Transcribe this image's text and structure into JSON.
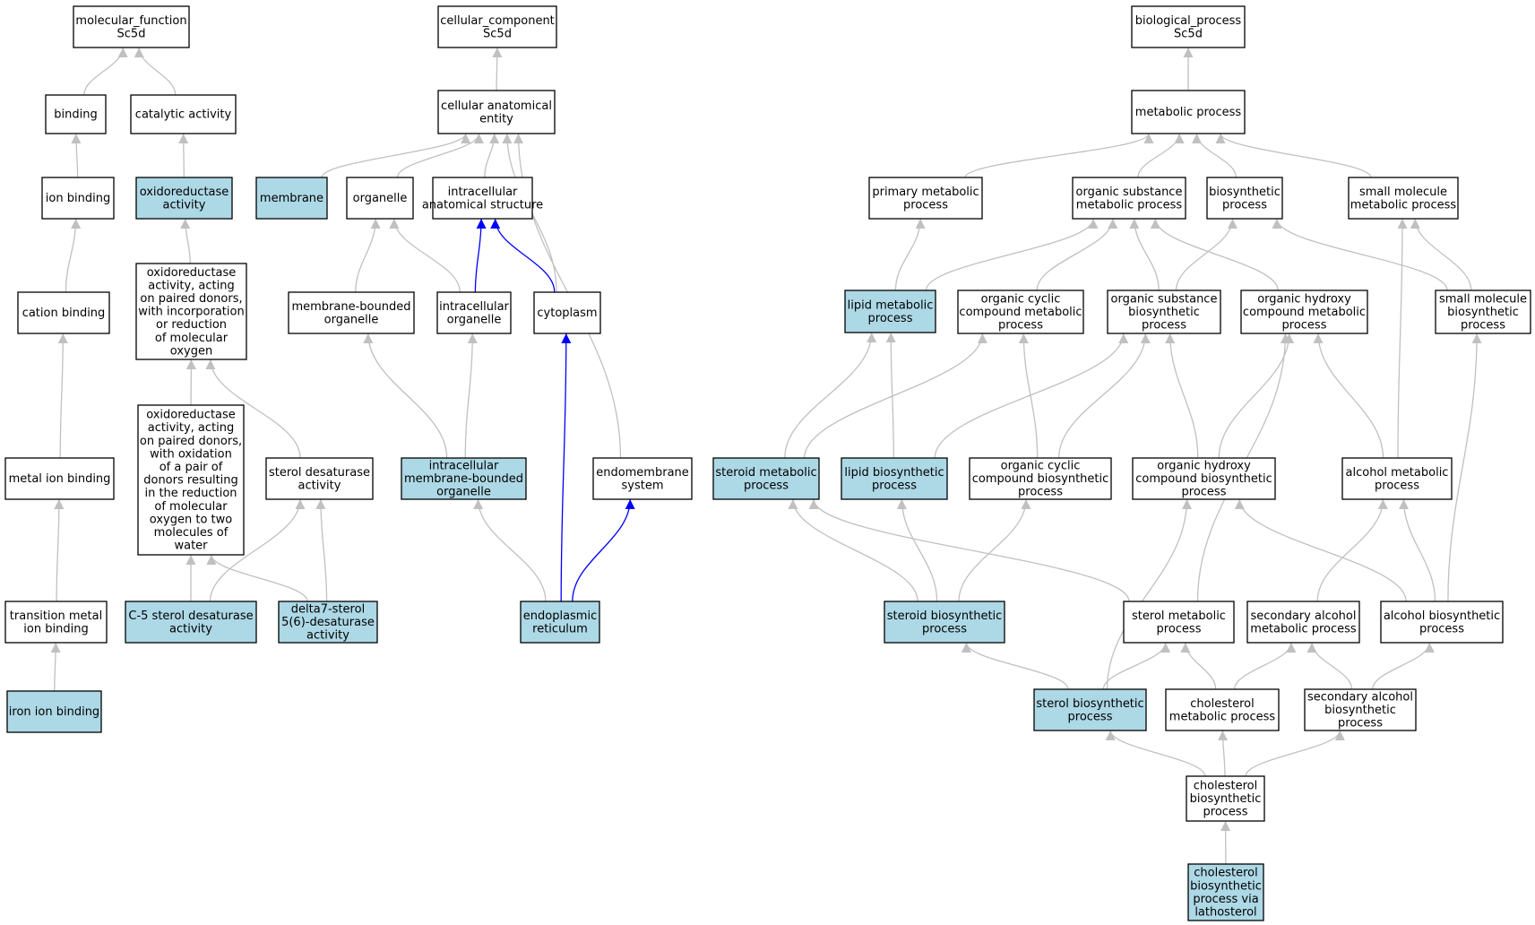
{
  "colors": {
    "highlight_fill": "#add8e6",
    "plain_fill": "#ffffff",
    "edge_gray": "#c0c0c0",
    "edge_blue": "#0000ff"
  },
  "nodes": [
    {
      "id": "mf",
      "lines": [
        "molecular_function",
        "Sc5d"
      ],
      "highlight": false
    },
    {
      "id": "binding",
      "lines": [
        "binding"
      ],
      "highlight": false
    },
    {
      "id": "catalytic",
      "lines": [
        "catalytic activity"
      ],
      "highlight": false
    },
    {
      "id": "ionbinding",
      "lines": [
        "ion binding"
      ],
      "highlight": false
    },
    {
      "id": "oxred",
      "lines": [
        "oxidoreductase",
        "activity"
      ],
      "highlight": true
    },
    {
      "id": "cation",
      "lines": [
        "cation binding"
      ],
      "highlight": false
    },
    {
      "id": "oxred_inc",
      "lines": [
        "oxidoreductase",
        "activity, acting",
        "on paired donors,",
        "with incorporation",
        "or reduction",
        "of molecular",
        "oxygen"
      ],
      "highlight": false
    },
    {
      "id": "metalion",
      "lines": [
        "metal ion binding"
      ],
      "highlight": false
    },
    {
      "id": "oxred_ox",
      "lines": [
        "oxidoreductase",
        "activity, acting",
        "on paired donors,",
        "with oxidation",
        "of a pair of",
        "donors resulting",
        "in the reduction",
        "of molecular",
        "oxygen to two",
        "molecules of",
        "water"
      ],
      "highlight": false
    },
    {
      "id": "steroldesat",
      "lines": [
        "sterol desaturase",
        "activity"
      ],
      "highlight": false
    },
    {
      "id": "transmetal",
      "lines": [
        "transition metal",
        "ion binding"
      ],
      "highlight": false
    },
    {
      "id": "c5",
      "lines": [
        "C-5 sterol desaturase",
        "activity"
      ],
      "highlight": true
    },
    {
      "id": "delta7",
      "lines": [
        "delta7-sterol",
        "5(6)-desaturase",
        "activity"
      ],
      "highlight": true
    },
    {
      "id": "iron",
      "lines": [
        "iron ion binding"
      ],
      "highlight": true
    },
    {
      "id": "cc",
      "lines": [
        "cellular_component",
        "Sc5d"
      ],
      "highlight": false
    },
    {
      "id": "cae",
      "lines": [
        "cellular anatomical",
        "entity"
      ],
      "highlight": false
    },
    {
      "id": "membrane",
      "lines": [
        "membrane"
      ],
      "highlight": true
    },
    {
      "id": "organelle",
      "lines": [
        "organelle"
      ],
      "highlight": false
    },
    {
      "id": "ias",
      "lines": [
        "intracellular",
        "anatomical structure"
      ],
      "highlight": false
    },
    {
      "id": "mbo",
      "lines": [
        "membrane-bounded",
        "organelle"
      ],
      "highlight": false
    },
    {
      "id": "io",
      "lines": [
        "intracellular",
        "organelle"
      ],
      "highlight": false
    },
    {
      "id": "cytoplasm",
      "lines": [
        "cytoplasm"
      ],
      "highlight": false
    },
    {
      "id": "imbo",
      "lines": [
        "intracellular",
        "membrane-bounded",
        "organelle"
      ],
      "highlight": true
    },
    {
      "id": "endomem",
      "lines": [
        "endomembrane",
        "system"
      ],
      "highlight": false
    },
    {
      "id": "er",
      "lines": [
        "endoplasmic",
        "reticulum"
      ],
      "highlight": true
    },
    {
      "id": "bp",
      "lines": [
        "biological_process",
        "Sc5d"
      ],
      "highlight": false
    },
    {
      "id": "metab",
      "lines": [
        "metabolic process"
      ],
      "highlight": false
    },
    {
      "id": "pmp",
      "lines": [
        "primary metabolic",
        "process"
      ],
      "highlight": false
    },
    {
      "id": "osmp",
      "lines": [
        "organic substance",
        "metabolic process"
      ],
      "highlight": false
    },
    {
      "id": "biosyn",
      "lines": [
        "biosynthetic",
        "process"
      ],
      "highlight": false
    },
    {
      "id": "smmp",
      "lines": [
        "small molecule",
        "metabolic process"
      ],
      "highlight": false
    },
    {
      "id": "lmp",
      "lines": [
        "lipid metabolic",
        "process"
      ],
      "highlight": true
    },
    {
      "id": "occmp",
      "lines": [
        "organic cyclic",
        "compound metabolic",
        "process"
      ],
      "highlight": false
    },
    {
      "id": "osbp",
      "lines": [
        "organic substance",
        "biosynthetic",
        "process"
      ],
      "highlight": false
    },
    {
      "id": "ohcmp",
      "lines": [
        "organic hydroxy",
        "compound metabolic",
        "process"
      ],
      "highlight": false
    },
    {
      "id": "smbp",
      "lines": [
        "small molecule",
        "biosynthetic",
        "process"
      ],
      "highlight": false
    },
    {
      "id": "stmp",
      "lines": [
        "steroid metabolic",
        "process"
      ],
      "highlight": true
    },
    {
      "id": "lbp",
      "lines": [
        "lipid biosynthetic",
        "process"
      ],
      "highlight": true
    },
    {
      "id": "occbp",
      "lines": [
        "organic cyclic",
        "compound biosynthetic",
        "process"
      ],
      "highlight": false
    },
    {
      "id": "ohcbp",
      "lines": [
        "organic hydroxy",
        "compound biosynthetic",
        "process"
      ],
      "highlight": false
    },
    {
      "id": "amp",
      "lines": [
        "alcohol metabolic",
        "process"
      ],
      "highlight": false
    },
    {
      "id": "stbp",
      "lines": [
        "steroid biosynthetic",
        "process"
      ],
      "highlight": true
    },
    {
      "id": "sterolmp",
      "lines": [
        "sterol metabolic",
        "process"
      ],
      "highlight": false
    },
    {
      "id": "samp",
      "lines": [
        "secondary alcohol",
        "metabolic process"
      ],
      "highlight": false
    },
    {
      "id": "abp",
      "lines": [
        "alcohol biosynthetic",
        "process"
      ],
      "highlight": false
    },
    {
      "id": "sterolbp",
      "lines": [
        "sterol biosynthetic",
        "process"
      ],
      "highlight": true
    },
    {
      "id": "cholmp",
      "lines": [
        "cholesterol",
        "metabolic process"
      ],
      "highlight": false
    },
    {
      "id": "sabp",
      "lines": [
        "secondary alcohol",
        "biosynthetic",
        "process"
      ],
      "highlight": false
    },
    {
      "id": "cholbp",
      "lines": [
        "cholesterol",
        "biosynthetic",
        "process"
      ],
      "highlight": false
    },
    {
      "id": "cholbplath",
      "lines": [
        "cholesterol",
        "biosynthetic",
        "process via",
        "lathosterol"
      ],
      "highlight": true
    }
  ],
  "edges": [
    {
      "from": "binding",
      "to": "mf",
      "color": "gray"
    },
    {
      "from": "catalytic",
      "to": "mf",
      "color": "gray"
    },
    {
      "from": "ionbinding",
      "to": "binding",
      "color": "gray"
    },
    {
      "from": "oxred",
      "to": "catalytic",
      "color": "gray"
    },
    {
      "from": "cation",
      "to": "ionbinding",
      "color": "gray"
    },
    {
      "from": "oxred_inc",
      "to": "oxred",
      "color": "gray"
    },
    {
      "from": "metalion",
      "to": "cation",
      "color": "gray"
    },
    {
      "from": "oxred_ox",
      "to": "oxred_inc",
      "color": "gray"
    },
    {
      "from": "steroldesat",
      "to": "oxred_inc",
      "color": "gray"
    },
    {
      "from": "transmetal",
      "to": "metalion",
      "color": "gray"
    },
    {
      "from": "iron",
      "to": "transmetal",
      "color": "gray"
    },
    {
      "from": "c5",
      "to": "oxred_ox",
      "color": "gray"
    },
    {
      "from": "c5",
      "to": "steroldesat",
      "color": "gray"
    },
    {
      "from": "delta7",
      "to": "oxred_ox",
      "color": "gray"
    },
    {
      "from": "delta7",
      "to": "steroldesat",
      "color": "gray"
    },
    {
      "from": "cae",
      "to": "cc",
      "color": "gray"
    },
    {
      "from": "membrane",
      "to": "cae",
      "color": "gray"
    },
    {
      "from": "organelle",
      "to": "cae",
      "color": "gray"
    },
    {
      "from": "ias",
      "to": "cae",
      "color": "gray"
    },
    {
      "from": "cytoplasm",
      "to": "cae",
      "color": "gray"
    },
    {
      "from": "endomem",
      "to": "cae",
      "color": "gray"
    },
    {
      "from": "mbo",
      "to": "organelle",
      "color": "gray"
    },
    {
      "from": "io",
      "to": "organelle",
      "color": "gray"
    },
    {
      "from": "io",
      "to": "ias",
      "color": "blue"
    },
    {
      "from": "cytoplasm",
      "to": "ias",
      "color": "blue"
    },
    {
      "from": "imbo",
      "to": "mbo",
      "color": "gray"
    },
    {
      "from": "imbo",
      "to": "io",
      "color": "gray"
    },
    {
      "from": "er",
      "to": "imbo",
      "color": "gray"
    },
    {
      "from": "er",
      "to": "cytoplasm",
      "color": "blue"
    },
    {
      "from": "er",
      "to": "endomem",
      "color": "blue"
    },
    {
      "from": "metab",
      "to": "bp",
      "color": "gray"
    },
    {
      "from": "pmp",
      "to": "metab",
      "color": "gray"
    },
    {
      "from": "osmp",
      "to": "metab",
      "color": "gray"
    },
    {
      "from": "biosyn",
      "to": "metab",
      "color": "gray"
    },
    {
      "from": "smmp",
      "to": "metab",
      "color": "gray"
    },
    {
      "from": "lmp",
      "to": "pmp",
      "color": "gray"
    },
    {
      "from": "lmp",
      "to": "osmp",
      "color": "gray"
    },
    {
      "from": "occmp",
      "to": "osmp",
      "color": "gray"
    },
    {
      "from": "osbp",
      "to": "osmp",
      "color": "gray"
    },
    {
      "from": "osbp",
      "to": "biosyn",
      "color": "gray"
    },
    {
      "from": "ohcmp",
      "to": "osmp",
      "color": "gray"
    },
    {
      "from": "smbp",
      "to": "biosyn",
      "color": "gray"
    },
    {
      "from": "smbp",
      "to": "smmp",
      "color": "gray"
    },
    {
      "from": "stmp",
      "to": "lmp",
      "color": "gray"
    },
    {
      "from": "stmp",
      "to": "occmp",
      "color": "gray"
    },
    {
      "from": "lbp",
      "to": "lmp",
      "color": "gray"
    },
    {
      "from": "lbp",
      "to": "osbp",
      "color": "gray"
    },
    {
      "from": "occbp",
      "to": "occmp",
      "color": "gray"
    },
    {
      "from": "occbp",
      "to": "osbp",
      "color": "gray"
    },
    {
      "from": "ohcbp",
      "to": "osbp",
      "color": "gray"
    },
    {
      "from": "ohcbp",
      "to": "ohcmp",
      "color": "gray"
    },
    {
      "from": "amp",
      "to": "ohcmp",
      "color": "gray"
    },
    {
      "from": "amp",
      "to": "smmp",
      "color": "gray"
    },
    {
      "from": "stbp",
      "to": "stmp",
      "color": "gray"
    },
    {
      "from": "stbp",
      "to": "lbp",
      "color": "gray"
    },
    {
      "from": "stbp",
      "to": "occbp",
      "color": "gray"
    },
    {
      "from": "sterolmp",
      "to": "stmp",
      "color": "gray"
    },
    {
      "from": "sterolmp",
      "to": "ohcmp",
      "color": "gray"
    },
    {
      "from": "samp",
      "to": "amp",
      "color": "gray"
    },
    {
      "from": "abp",
      "to": "amp",
      "color": "gray"
    },
    {
      "from": "abp",
      "to": "ohcbp",
      "color": "gray"
    },
    {
      "from": "abp",
      "to": "smbp",
      "color": "gray"
    },
    {
      "from": "sterolbp",
      "to": "stbp",
      "color": "gray"
    },
    {
      "from": "sterolbp",
      "to": "sterolmp",
      "color": "gray"
    },
    {
      "from": "sterolbp",
      "to": "ohcbp",
      "color": "gray"
    },
    {
      "from": "cholmp",
      "to": "sterolmp",
      "color": "gray"
    },
    {
      "from": "cholmp",
      "to": "samp",
      "color": "gray"
    },
    {
      "from": "sabp",
      "to": "samp",
      "color": "gray"
    },
    {
      "from": "sabp",
      "to": "abp",
      "color": "gray"
    },
    {
      "from": "cholbp",
      "to": "sterolbp",
      "color": "gray"
    },
    {
      "from": "cholbp",
      "to": "cholmp",
      "color": "gray"
    },
    {
      "from": "cholbp",
      "to": "sabp",
      "color": "gray"
    },
    {
      "from": "cholbplath",
      "to": "cholbp",
      "color": "gray"
    }
  ]
}
